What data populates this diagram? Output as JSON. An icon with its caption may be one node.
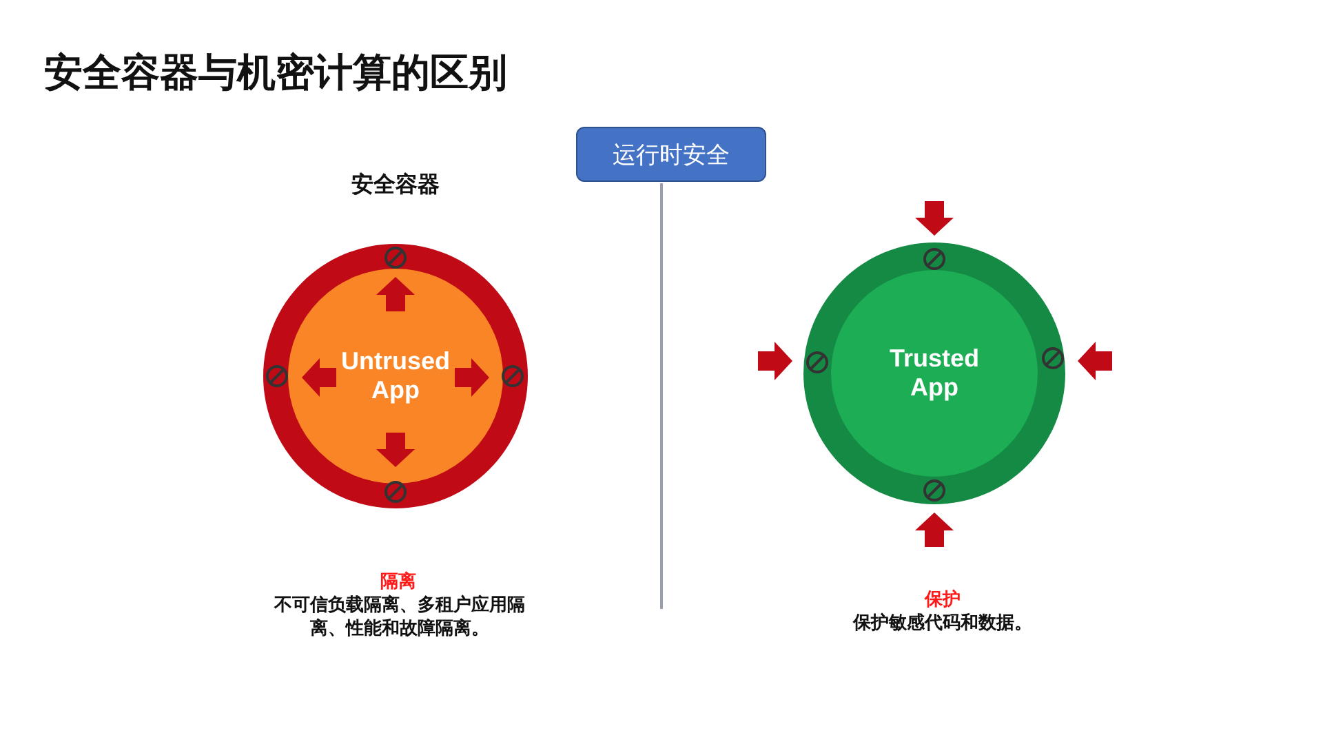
{
  "diagram": {
    "title": "安全容器与机密计算的区别",
    "nodes": [
      {
        "text": [
          "运行时安全"
        ]
      },
      {
        "text": [
          "Untrused App"
        ]
      },
      {
        "text": [
          "Trusted App"
        ]
      }
    ],
    "labels": [
      "安全容器",
      "隔离",
      "不可信负载隔离、多租户应用隔离、性能和故障隔离。",
      "保护",
      "保护敏感代码和数据。"
    ]
  }
}
